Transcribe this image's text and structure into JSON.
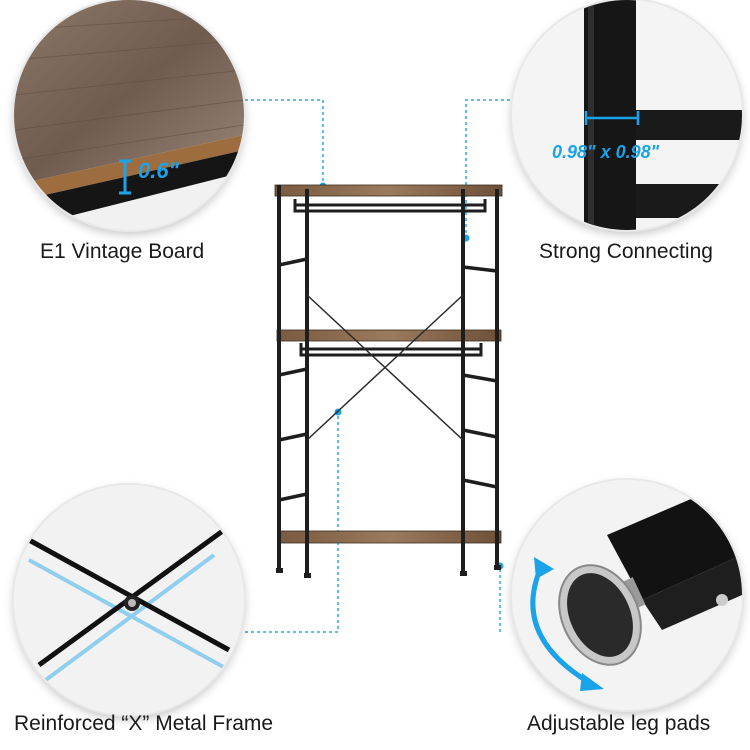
{
  "features": [
    {
      "caption": "E1 Vintage Board",
      "measure": "0.6\""
    },
    {
      "caption": "Strong Connecting",
      "measure": "0.98\" x 0.98\""
    },
    {
      "caption": "Reinforced “X” Metal Frame"
    },
    {
      "caption": "Adjustable leg pads"
    }
  ],
  "colors": {
    "accent": "#1aa3e8",
    "frame": "#1e1e1e",
    "wood": "#8a6a4f",
    "callout_line": "#29a8e6"
  }
}
